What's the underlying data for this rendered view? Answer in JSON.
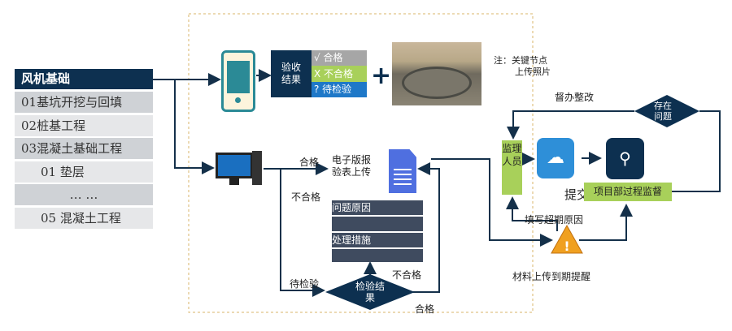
{
  "list": {
    "header": "风机基础",
    "items": [
      "01基坑开挖与回填",
      "02桩基工程",
      "03混凝土基础工程",
      "01 垫层",
      "… …",
      "05 混凝土工程"
    ]
  },
  "acceptance": {
    "title_line1": "验收",
    "title_line2": "结果",
    "options": [
      "√  合格",
      "X  不合格",
      "?  待检验"
    ]
  },
  "plus": "+",
  "note": {
    "line1": "注：关键节点",
    "line2": "上传照片"
  },
  "labels": {
    "pass": "合格",
    "fail": "不合格",
    "pending": "待检验",
    "upload_line1": "电子版报",
    "upload_line2": "验表上传",
    "fail2": "不合格",
    "pass2": "合格"
  },
  "form": {
    "rows": [
      "问题原因",
      "",
      "处理措施",
      ""
    ]
  },
  "inspect": {
    "line1": "检验结",
    "line2": "果"
  },
  "supervisor": "监理人员",
  "submit": "提交",
  "project": "项目部过程监督",
  "issue": {
    "line1": "存在",
    "line2": "问题"
  },
  "rectify": "督办整改",
  "overdue_reason": "填写超期原因",
  "reminder": "材料上传到期提醒",
  "colors": {
    "navy": "#0d3050",
    "green": "#a8d05a",
    "blue": "#2e8fd8",
    "doc": "#4f6fe0",
    "slate": "#3f4b5f"
  }
}
